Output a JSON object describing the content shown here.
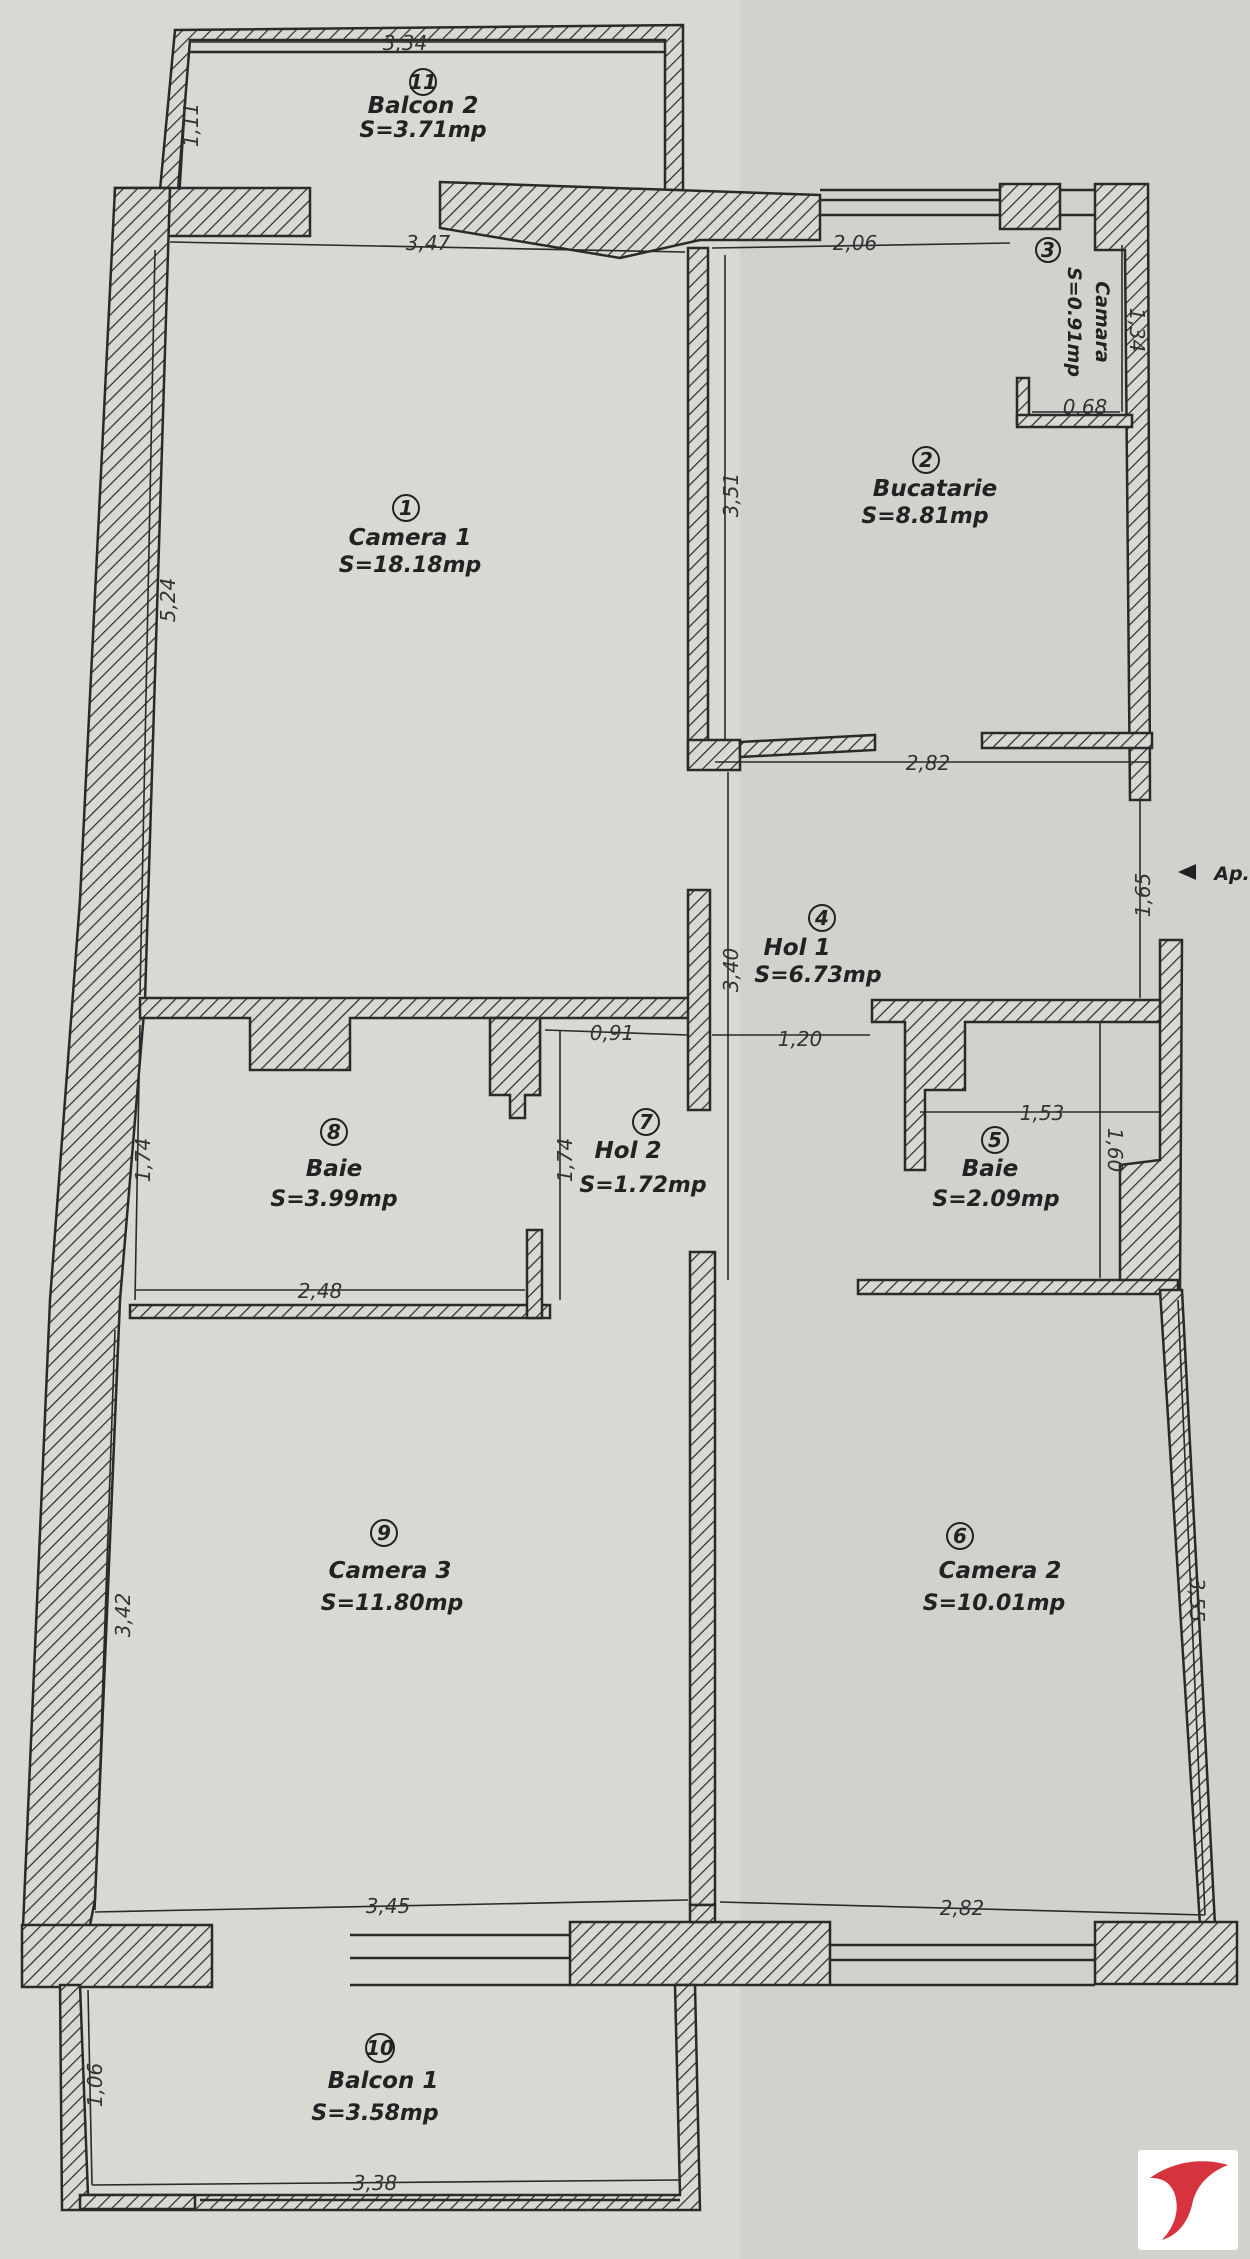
{
  "rooms": [
    {
      "number": "1",
      "name": "Camera 1",
      "area": "S=18.18mp"
    },
    {
      "number": "2",
      "name": "Bucatarie",
      "area": "S=8.81mp"
    },
    {
      "number": "3",
      "name": "Camara",
      "area": "S=0.91mp"
    },
    {
      "number": "4",
      "name": "Hol 1",
      "area": "S=6.73mp"
    },
    {
      "number": "5",
      "name": "Baie",
      "area": "S=2.09mp"
    },
    {
      "number": "6",
      "name": "Camera 2",
      "area": "S=10.01mp"
    },
    {
      "number": "7",
      "name": "Hol 2",
      "area": "S=1.72mp"
    },
    {
      "number": "8",
      "name": "Baie",
      "area": "S=3.99mp"
    },
    {
      "number": "9",
      "name": "Camera 3",
      "area": "S=11.80mp"
    },
    {
      "number": "10",
      "name": "Balcon 1",
      "area": "S=3.58mp"
    },
    {
      "number": "11",
      "name": "Balcon 2",
      "area": "S=3.71mp"
    }
  ],
  "dimensions": {
    "balcon2_width": "3,34",
    "balcon2_depth": "1,11",
    "camera1_width": "3,47",
    "camera1_length": "5,24",
    "bucatarie_width": "2,06",
    "bucatarie_length": "3,51",
    "camara_length": "1,34",
    "camara_width": "0,68",
    "hol1_width": "2,82",
    "entrance_width": "1,65",
    "hol1_length": "3,40",
    "hol2_width": "0,91",
    "hol_passage": "1,20",
    "baie5_width": "1,53",
    "baie5_length": "1,60",
    "baie8_length": "1,74",
    "hol2_length": "1,74",
    "baie8_width": "2,48",
    "camera3_length": "3,42",
    "camera2_length": "3,55",
    "camera3_width": "3,45",
    "camera2_width": "2,82",
    "balcon1_depth": "1,06",
    "balcon1_width": "3,38"
  },
  "entrance_label": "Ap.",
  "colors": {
    "paper": "#d9d8d3",
    "ink": "#2a2a2a",
    "logo_bg": "#ffffff",
    "logo_red": "#d7333f"
  }
}
